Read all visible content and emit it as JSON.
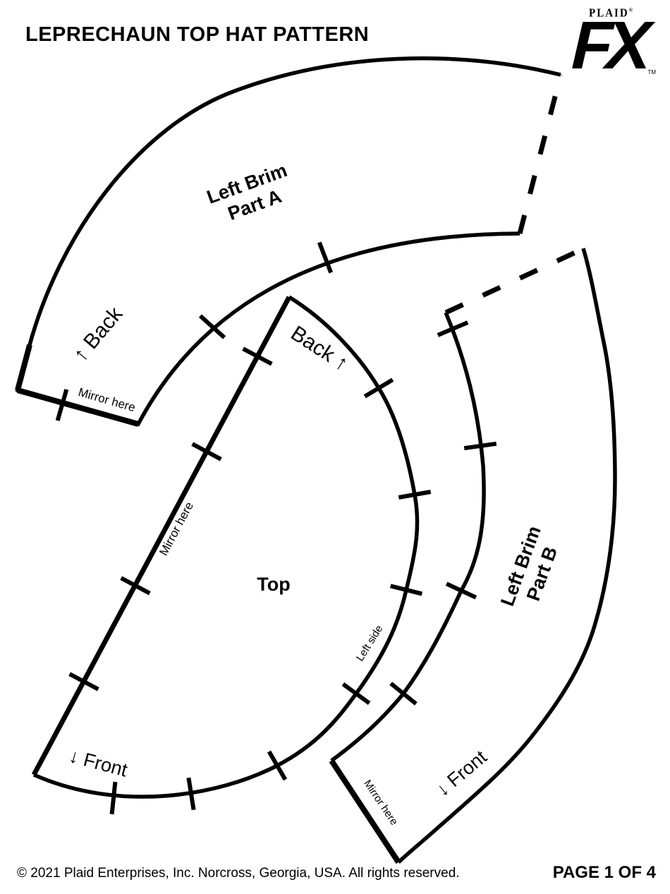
{
  "page": {
    "title": "LEPRECHAUN TOP HAT PATTERN",
    "footer_copyright": "© 2021 Plaid Enterprises, Inc. Norcross, Georgia, USA. All rights reserved.",
    "footer_page": "PAGE 1 OF 4"
  },
  "logo": {
    "brand": "PLAID",
    "registered_mark": "®",
    "product": "FX",
    "trademark": "TM"
  },
  "pieces": {
    "part_a": {
      "label_line1": "Left Brim",
      "label_line2": "Part A",
      "back_label": "↑ Back",
      "mirror_label": "Mirror here"
    },
    "top": {
      "label": "Top",
      "back_label": "Back ↑",
      "front_label": "↓ Front",
      "mirror_label": "Mirror here",
      "side_label": "Left side"
    },
    "part_b": {
      "label_line1": "Left Brim",
      "label_line2": "Part B",
      "front_label": "↓ Front",
      "mirror_label": "Mirror here"
    }
  },
  "colors": {
    "ink": "#000000",
    "paper": "#ffffff"
  }
}
